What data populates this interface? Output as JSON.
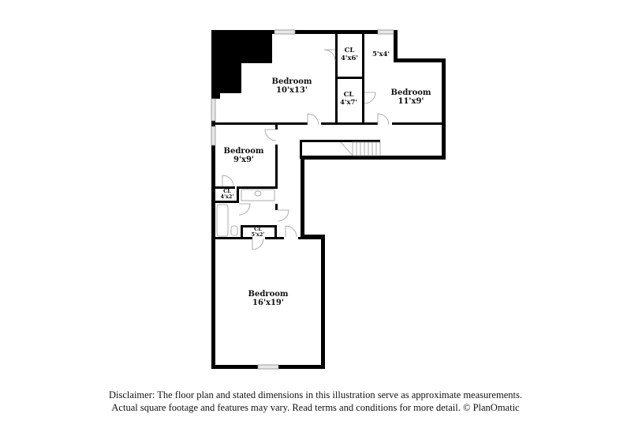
{
  "floor_plan": {
    "rooms": [
      {
        "id": "bedroom-1",
        "name": "Bedroom",
        "dims": "10'x13'"
      },
      {
        "id": "closet-1",
        "name": "CL",
        "dims": "4'x6'"
      },
      {
        "id": "closet-2",
        "name": "CL",
        "dims": "4'x7'"
      },
      {
        "id": "nook",
        "name": "",
        "dims": "5'x4'"
      },
      {
        "id": "bedroom-2",
        "name": "Bedroom",
        "dims": "11'x9'"
      },
      {
        "id": "bedroom-3",
        "name": "Bedroom",
        "dims": "9'x9'"
      },
      {
        "id": "closet-3",
        "name": "CL",
        "dims": "4'x2'"
      },
      {
        "id": "closet-4",
        "name": "CL",
        "dims": "5'x2'"
      },
      {
        "id": "bedroom-4",
        "name": "Bedroom",
        "dims": "16'x19'"
      }
    ],
    "colors": {
      "wall": "#000000",
      "door": "#9a9a9a",
      "window": "#e8e8e8",
      "background": "#ffffff"
    }
  },
  "disclaimer": {
    "line1": "Disclaimer: The floor plan and stated dimensions in this illustration serve as approximate measurements.",
    "line2": "Actual square footage and features may vary. Read terms and conditions for more detail. © PlanOmatic"
  }
}
